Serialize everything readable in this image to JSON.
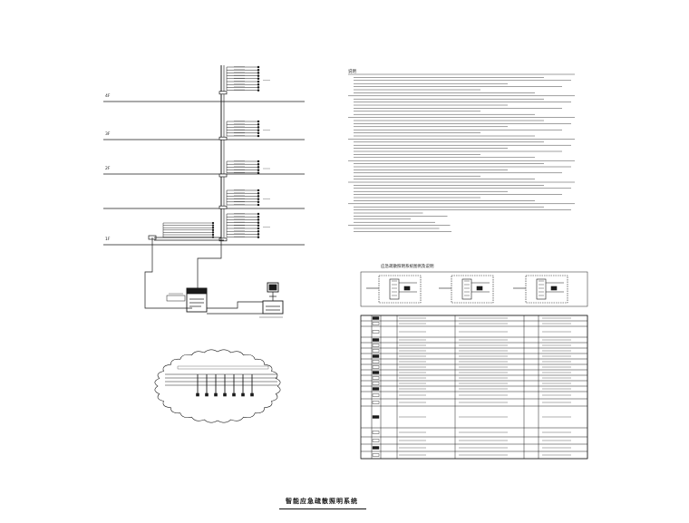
{
  "drawing": {
    "title": "智能应急疏散照明系统",
    "table_title": "应急疏散照明系统图例及说明",
    "floor_labels": [
      "1F",
      "2F",
      "3F",
      "4F"
    ],
    "notes_header": "说明"
  },
  "colors": {
    "ink": "#1a1a1a",
    "light_ink": "#555555",
    "paper": "#ffffff"
  },
  "icons": [
    "monitor-icon",
    "distribution-box-icon",
    "emergency-light-icon",
    "cloud-boundary-icon"
  ]
}
